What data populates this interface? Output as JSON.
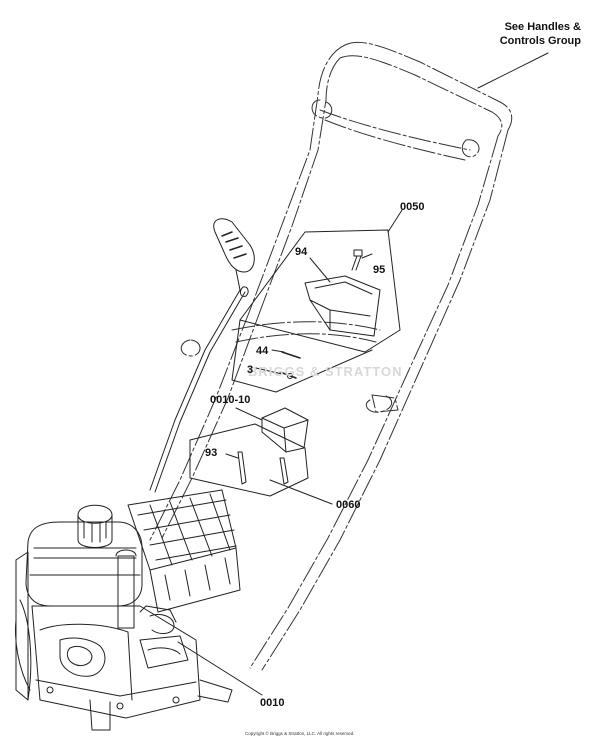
{
  "note": {
    "line1": "See Handles &",
    "line2": "Controls Group"
  },
  "callouts": {
    "c0050": "0050",
    "c94": "94",
    "c95": "95",
    "c44": "44",
    "c3": "3",
    "c0010_10": "0010-10",
    "c93": "93",
    "c0060": "0060",
    "c0010": "0010"
  },
  "watermark": "BRIGGS & STRATTON",
  "copyright": "Copyright © Briggs & Stratton, LLC. All rights reserved."
}
